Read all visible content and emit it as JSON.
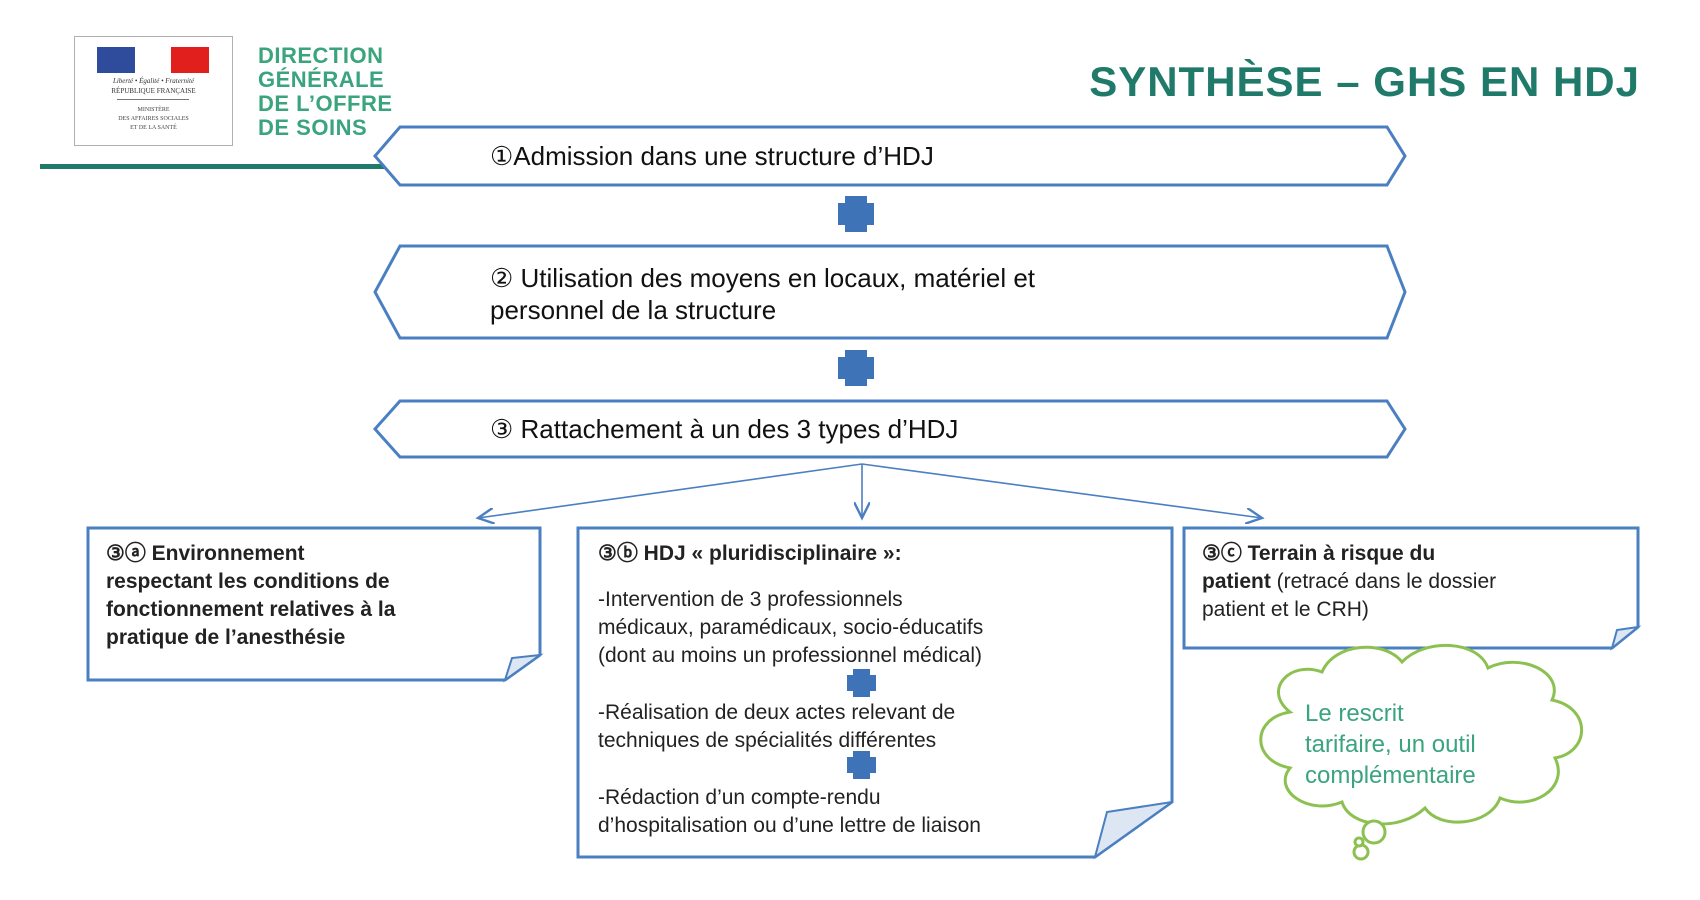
{
  "header": {
    "org_lines": [
      "DIRECTION",
      "GÉNÉRALE",
      "DE L’OFFRE",
      "DE SOINS"
    ],
    "title": "SYNTHÈSE – GHS EN HDJ",
    "logo": {
      "motto": "Liberté • Égalité • Fraternité",
      "country": "RÉPUBLIQUE FRANÇAISE",
      "ministry_lines": [
        "MINISTÈRE",
        "DES AFFAIRES SOCIALES",
        "ET DE LA SANTÉ"
      ]
    }
  },
  "steps": [
    {
      "lines": [
        "①Admission dans une structure d’HDJ"
      ]
    },
    {
      "lines": [
        "② Utilisation des moyens en locaux, matériel et",
        "personnel de la structure"
      ]
    },
    {
      "lines": [
        "③ Rattachement à un des 3 types d’HDJ"
      ]
    }
  ],
  "notes": {
    "a": {
      "bold_lines": [
        "③ⓐ Environnement",
        "respectant les conditions de",
        "fonctionnement relatives à la",
        "pratique de l’anesthésie"
      ]
    },
    "b": {
      "heading": "③ⓑ HDJ « pluridisciplinaire »:",
      "items": [
        [
          "-Intervention de 3 professionnels",
          "médicaux, paramédicaux, socio-éducatifs",
          "(dont au moins un professionnel médical)"
        ],
        [
          "-Réalisation de deux actes relevant de",
          "techniques de spécialités différentes"
        ],
        [
          "-Rédaction d’un compte-rendu",
          "d’hospitalisation ou d’une lettre de liaison"
        ]
      ]
    },
    "c": {
      "line1_bold": "③ⓒ Terrain à risque du",
      "line2_bold": "patient",
      "line2_rest": " (retracé dans le dossier",
      "line3": "patient et le CRH)"
    }
  },
  "cloud": {
    "lines": [
      "Le rescrit",
      "tarifaire, un outil",
      "complémentaire"
    ]
  },
  "colors": {
    "teal_title": "#1f7a6a",
    "green_text": "#3aa47e",
    "shape_stroke": "#4a7fc1",
    "plus": "#3f73b8",
    "cloud_stroke": "#8cc152"
  }
}
